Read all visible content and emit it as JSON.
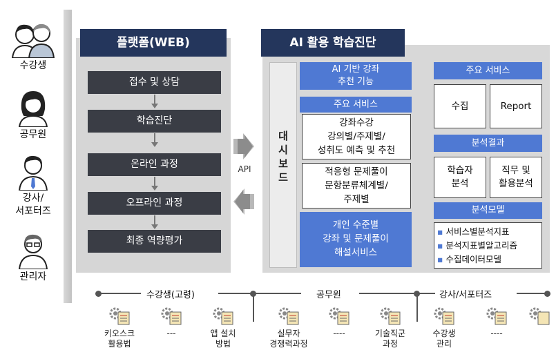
{
  "users": [
    {
      "label": "수강생",
      "icon": "students-icon"
    },
    {
      "label": "공무원",
      "icon": "civil-servant-icon"
    },
    {
      "label": "강사/\n서포터즈",
      "icon": "instructor-icon"
    },
    {
      "label": "관리자",
      "icon": "administrator-icon"
    }
  ],
  "platform": {
    "title": "플랫폼(WEB)",
    "steps": [
      "접수 및 상담",
      "학습진단",
      "온라인 과정",
      "오프라인 과정",
      "최종 역량평가"
    ]
  },
  "api_label": "API",
  "ai": {
    "title": "AI 활용 학습진단",
    "dashboard": "대\n시\n보\n드",
    "recommend": "AI 기반 강좌\n추천 기능",
    "services_header_left": "주요 서비스",
    "service_box_1": "강좌수강\n강의별/주제별/\n성취도 예측 및 추천",
    "service_box_2": "적응형 문제풀이\n문항분류체계별/\n주제별",
    "personal": "개인 수준별\n강좌 및 문제풀이\n해설서비스",
    "services_header_right": "주요 서비스",
    "collect": "수집",
    "report": "Report",
    "analysis_header": "분석결과",
    "learner_analysis": "학습자\n분석",
    "job_analysis": "직무 및\n활용분석",
    "model_header": "분석모델",
    "models": [
      "서비스별분석지표",
      "분석지표별알고리즘",
      "수집데이터모델"
    ]
  },
  "timeline": {
    "groups": [
      "수강생(고령)",
      "공무원",
      "강사/서포터즈"
    ]
  },
  "apps": [
    {
      "label": "키오스크\n활용법"
    },
    {
      "label": "---"
    },
    {
      "label": "앱 설치\n방법"
    },
    {
      "label": "실무자\n경쟁력과정"
    },
    {
      "label": "----"
    },
    {
      "label": "기술직군\n과정"
    },
    {
      "label": "수강생\n관리"
    },
    {
      "label": "----"
    },
    {
      "label": ""
    }
  ],
  "colors": {
    "header": "#24365c",
    "step": "#3a3d45",
    "blue": "#4f79d3",
    "panel": "#d6d6d6"
  }
}
